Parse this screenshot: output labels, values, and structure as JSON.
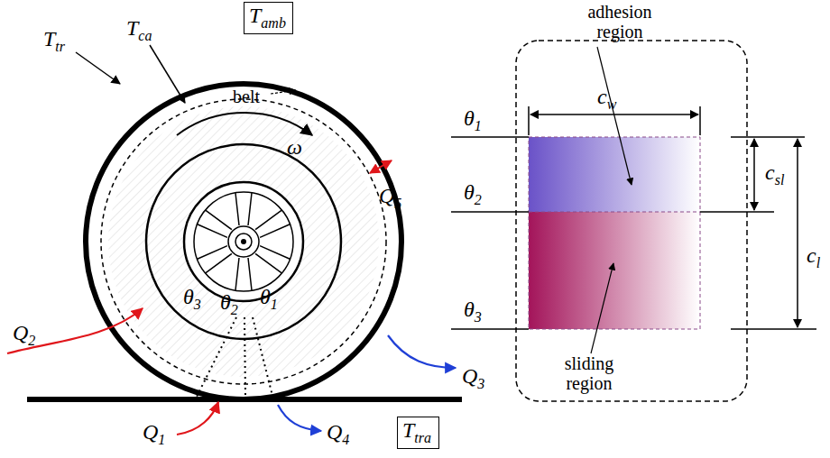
{
  "diagram": {
    "nodes": [
      {
        "text": [
          "Tamb"
        ]
      },
      {
        "text": [
          "Ttra"
        ]
      }
    ],
    "labels": [
      "Ttr",
      "Tca",
      "belt",
      "ω",
      "Q5",
      "Q2",
      "Q3",
      "Q1",
      "Q4",
      "θ3",
      "θ2",
      "θ1",
      "adhesion region",
      "cw",
      "θ1",
      "θ2",
      "θ3",
      "csl",
      "cl",
      "sliding region"
    ]
  }
}
